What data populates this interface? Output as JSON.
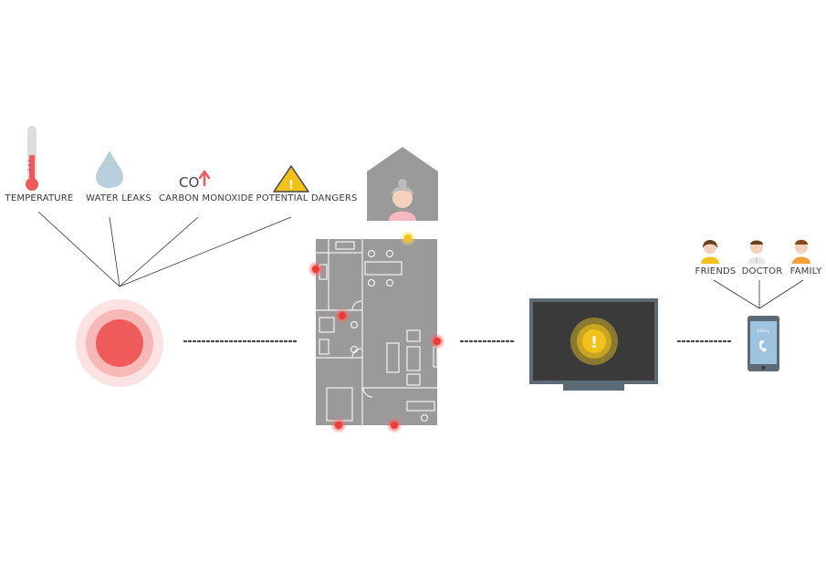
{
  "sensors": [
    {
      "label": "TEMPERATURE",
      "icon": "thermometer-icon"
    },
    {
      "label": "WATER LEAKS",
      "icon": "water-drop-icon"
    },
    {
      "label": "CARBON MONOXIDE",
      "icon": "co-arrow-icon",
      "icon_text": "CO"
    },
    {
      "label": "POTENTIAL DANGERS",
      "icon": "warning-icon",
      "icon_text": "!"
    }
  ],
  "contacts": [
    {
      "label": "FRIENDS",
      "icon": "friend-person-icon"
    },
    {
      "label": "DOCTOR",
      "icon": "doctor-person-icon"
    },
    {
      "label": "FAMILY",
      "icon": "family-person-icon"
    }
  ],
  "tv_alert_symbol": "!",
  "phone_screen_text": "Calling",
  "colors": {
    "alert_red": "#ef5a5a",
    "warning_yellow": "#f2c21c",
    "floorplan_gray": "#9a9a9a",
    "tv_frame": "#5c6b76",
    "tv_screen": "#3a3a3a",
    "phone_screen": "#9ec3df"
  }
}
